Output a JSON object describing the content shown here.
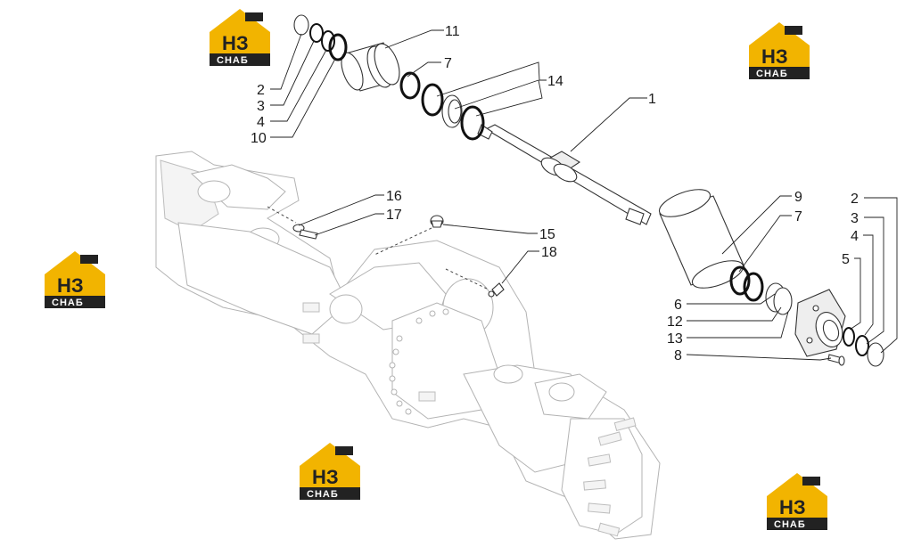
{
  "watermark": {
    "brand_top": "НЗ",
    "brand_bottom": "СНАБ",
    "accent": "#f2b400",
    "dark": "#222222"
  },
  "callouts": [
    "1",
    "2",
    "3",
    "4",
    "10",
    "11",
    "7",
    "14",
    "16",
    "17",
    "15",
    "18",
    "9",
    "7",
    "6",
    "12",
    "13",
    "8",
    "2",
    "3",
    "4",
    "5"
  ]
}
